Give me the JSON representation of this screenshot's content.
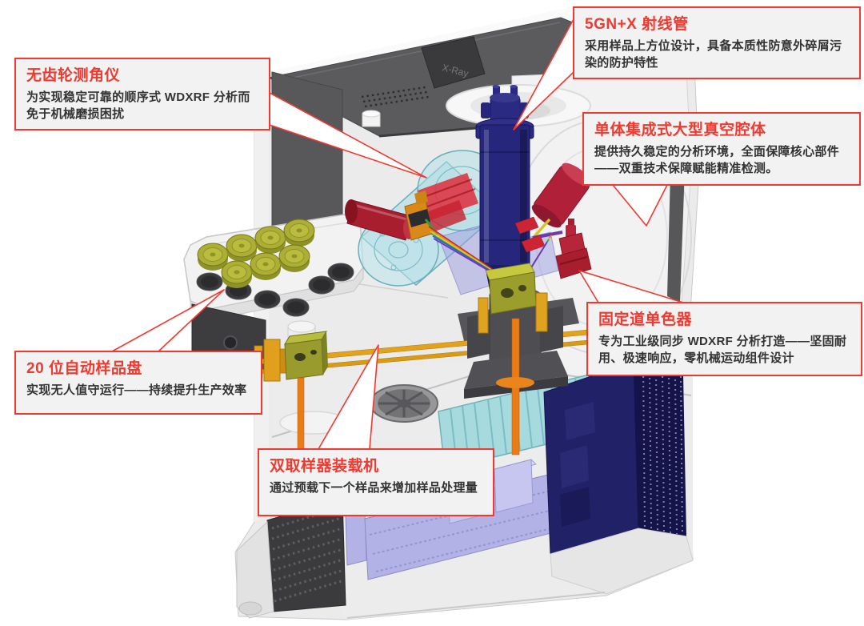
{
  "machine": {
    "flap_label": "X-Ray"
  },
  "colors": {
    "accent_red": "#ee3a30",
    "callout_bg": "#f2f2f2",
    "body_text": "#333333",
    "housing_light": "#ececec",
    "housing_dark": "#58585b",
    "tube_navy": "#26267c",
    "goniometer_cyan": "#aadae4",
    "detector_crimson": "#b02038",
    "sample_olive": "#acaf34",
    "rail_gold": "#e2a21c",
    "rod_orange": "#e87d18",
    "cabinet_navy": "#212168",
    "electronics_lavender": "#b2b2e6",
    "cardcage_cyan": "#a6dadf"
  },
  "callouts": [
    {
      "id": "xray-tube",
      "title": "5GN+X 射线管",
      "body": "采用样品上方位设计，具备本质性防意外碎屑污染的防护特性"
    },
    {
      "id": "gearless-goniometer",
      "title": "无齿轮测角仪",
      "body": "为实现稳定可靠的顺序式 WDXRF 分析而免于机械磨损困扰"
    },
    {
      "id": "vacuum-chamber",
      "title": "单体集成式大型真空腔体",
      "body": "提供持久稳定的分析环境，全面保障核心部件——双重技术保障赋能精准检测。"
    },
    {
      "id": "fixed-monochromator",
      "title": "固定道单色器",
      "body": "专为工业级同步 WDXRF 分析打造——坚固耐用、极速响应，零机械运动组件设计"
    },
    {
      "id": "sample-tray",
      "title": "20 位自动样品盘",
      "body": "实现无人值守运行——持续提升生产效率"
    },
    {
      "id": "dual-loader",
      "title": "双取样器装载机",
      "body": "通过预载下一个样品来增加样品处理量"
    }
  ]
}
